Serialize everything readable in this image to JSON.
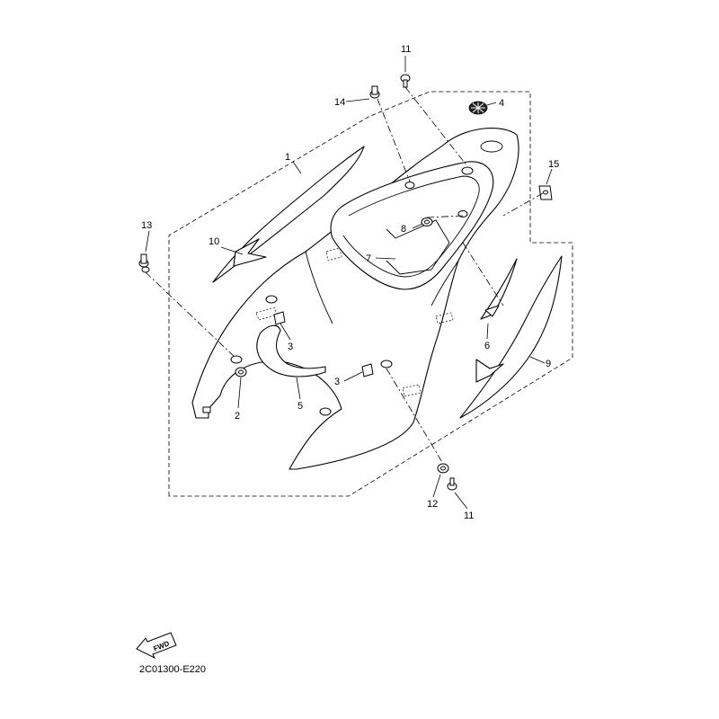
{
  "diagram": {
    "code": "2C01300-E220",
    "fwd_label": "FWD",
    "callouts": [
      {
        "id": "c1",
        "text": "1"
      },
      {
        "id": "c2",
        "text": "2"
      },
      {
        "id": "c3a",
        "text": "3"
      },
      {
        "id": "c3b",
        "text": "3"
      },
      {
        "id": "c4",
        "text": "4"
      },
      {
        "id": "c5",
        "text": "5"
      },
      {
        "id": "c6",
        "text": "6"
      },
      {
        "id": "c7",
        "text": "7"
      },
      {
        "id": "c8",
        "text": "8"
      },
      {
        "id": "c9",
        "text": "9"
      },
      {
        "id": "c10",
        "text": "10"
      },
      {
        "id": "c11a",
        "text": "11"
      },
      {
        "id": "c11b",
        "text": "11"
      },
      {
        "id": "c12",
        "text": "12"
      },
      {
        "id": "c13",
        "text": "13"
      },
      {
        "id": "c14",
        "text": "14"
      },
      {
        "id": "c15",
        "text": "15"
      }
    ]
  }
}
